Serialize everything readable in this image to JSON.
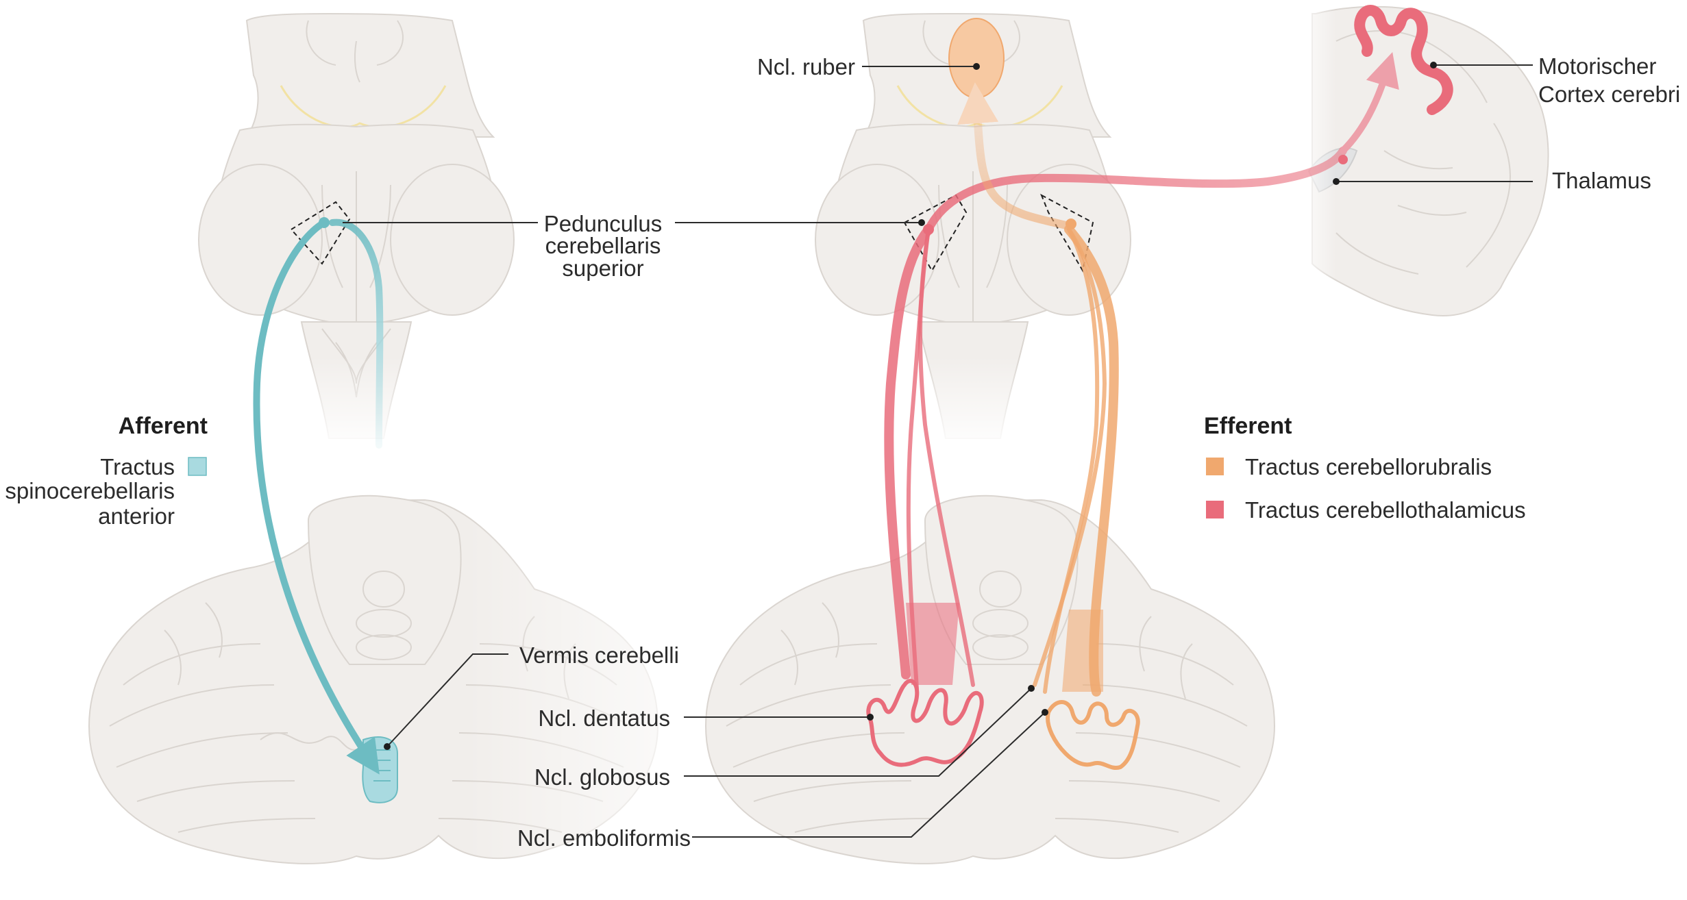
{
  "colors": {
    "afferent_tract": "#6dbcc2",
    "afferent_legend": "#a9dae0",
    "cerebellorubral": "#f0a86e",
    "cerebellothalamic": "#e96c7b",
    "anatomy_fill": "#f1eeeb",
    "anatomy_stroke": "#dad5d0",
    "leader_line": "#2b2b2b"
  },
  "afferent_legend": {
    "title": "Afferent",
    "item_line1": "Tractus",
    "item_line2": "spinocerebellaris",
    "item_line3": "anterior"
  },
  "efferent_legend": {
    "title": "Efferent",
    "items": [
      {
        "label": "Tractus cerebellorubralis",
        "color": "#f0a86e"
      },
      {
        "label": "Tractus cerebellothalamicus",
        "color": "#e96c7b"
      }
    ]
  },
  "labels": {
    "pedunculus_line1": "Pedunculus",
    "pedunculus_line2": "cerebellaris",
    "pedunculus_line3": "superior",
    "vermis": "Vermis cerebelli",
    "dentatus": "Ncl. dentatus",
    "globosus": "Ncl. globosus",
    "emboliformis": "Ncl. emboliformis",
    "ruber": "Ncl. ruber",
    "motor_cortex_line1": "Motorischer",
    "motor_cortex_line2": "Cortex cerebri",
    "thalamus": "Thalamus"
  }
}
